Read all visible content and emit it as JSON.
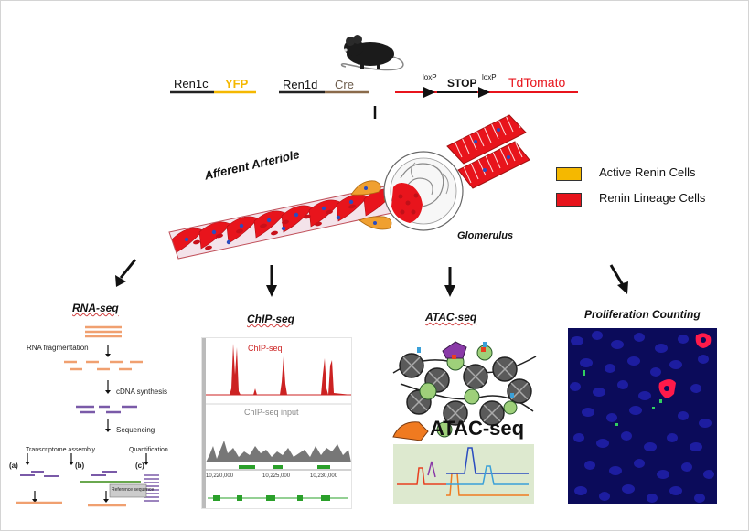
{
  "genetics": {
    "construct1_gene": "Ren1c",
    "construct1_reporter": "YFP",
    "construct2_gene": "Ren1d",
    "construct2_reporter": "Cre",
    "loxp1": "loxP",
    "stop": "STOP",
    "loxp2": "loxP",
    "tdtomato": "TdTomato"
  },
  "anatomy": {
    "afferent_label": "Afferent Arteriole",
    "glomerulus_label": "Glomerulus"
  },
  "legend": [
    {
      "label": "Active Renin Cells",
      "color": "#f5b800"
    },
    {
      "label": "Renin Lineage Cells",
      "color": "#e8141c"
    }
  ],
  "methods": {
    "rnaseq": "RNA-seq",
    "chipseq": "ChIP-seq",
    "atacseq": "ATAC-seq",
    "prolif": "Proliferation Counting"
  },
  "rnaseq_panel": {
    "step1": "RNA fragmentation",
    "step2": "cDNA synthesis",
    "step3": "Sequencing",
    "step4": "Transcriptome assembly",
    "step5": "Quantification",
    "label_a": "(a)",
    "label_b": "(b)",
    "label_c": "(c)",
    "ref_seq": "Reference sequence"
  },
  "chip_panel": {
    "track1": "ChIP-seq",
    "track2": "ChIP-seq input",
    "coord1": "10,220,000",
    "coord2": "10,225,000",
    "coord3": "10,230,000"
  },
  "atac_panel": {
    "title": "ATAC-seq"
  }
}
